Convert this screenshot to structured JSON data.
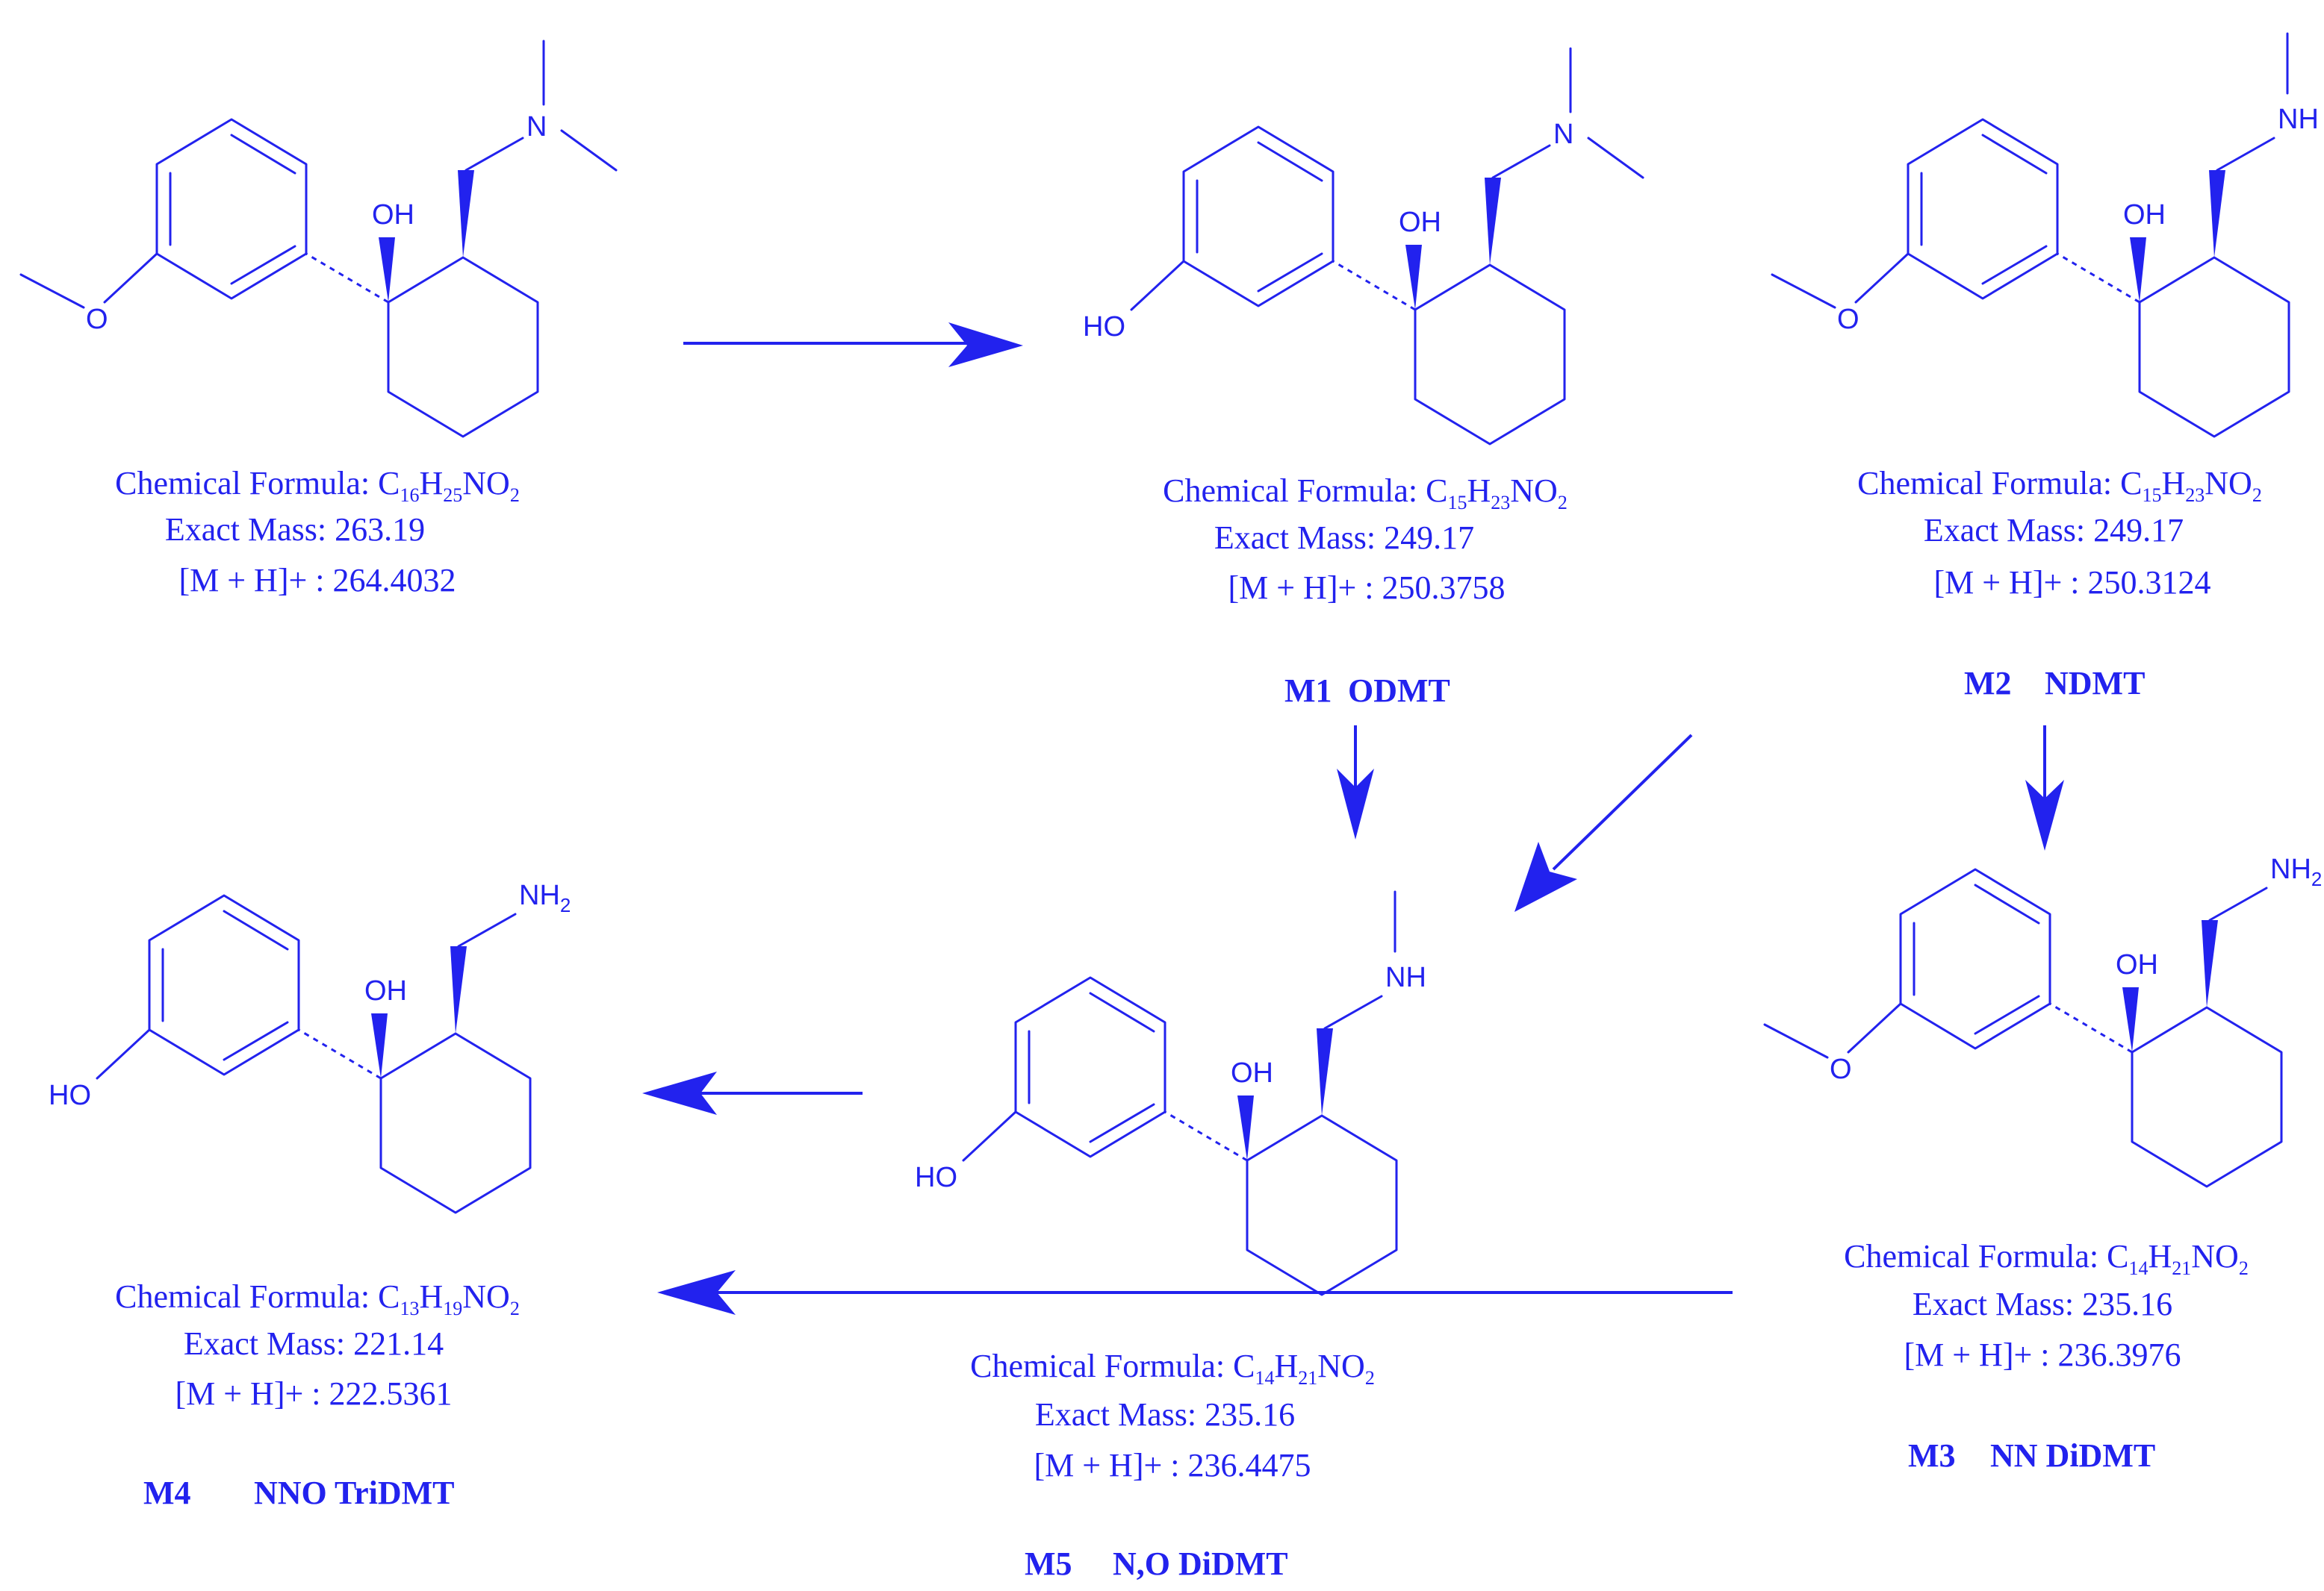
{
  "compounds": [
    {
      "key": "parent",
      "code": "",
      "name": "",
      "formula": {
        "C": "16",
        "H": "25",
        "N": "",
        "O": "2"
      },
      "mass": "263.19",
      "mh": "264.4032"
    },
    {
      "key": "m1",
      "code": "M1",
      "name": "ODMT",
      "formula": {
        "C": "15",
        "H": "23",
        "N": "",
        "O": "2"
      },
      "mass": "249.17",
      "mh": "250.3758"
    },
    {
      "key": "m2",
      "code": "M2",
      "name": "NDMT",
      "formula": {
        "C": "15",
        "H": "23",
        "N": "",
        "O": "2"
      },
      "mass": "249.17",
      "mh": "250.3124"
    },
    {
      "key": "m3",
      "code": "M3",
      "name": "NN DiDMT",
      "formula": {
        "C": "14",
        "H": "21",
        "N": "",
        "O": "2"
      },
      "mass": "235.16",
      "mh": "236.3976"
    },
    {
      "key": "m4",
      "code": "M4",
      "name": "NNO TriDMT",
      "formula": {
        "C": "13",
        "H": "19",
        "N": "",
        "O": "2"
      },
      "mass": "221.14",
      "mh": "222.5361"
    },
    {
      "key": "m5",
      "code": "M5",
      "name": "N,O DiDMT",
      "formula": {
        "C": "14",
        "H": "21",
        "N": "",
        "O": "2"
      },
      "mass": "235.16",
      "mh": "236.4475"
    }
  ],
  "text": {
    "formula_prefix": "Chemical Formula: ",
    "mass_prefix": "Exact Mass: ",
    "mh_prefix": "[M + H]+ : "
  },
  "atoms": {
    "oh": "OH",
    "ho": "HO",
    "o": "O",
    "n": "N",
    "nh": "NH",
    "nh2_base": "NH",
    "nh2_sub": "2"
  },
  "colors": {
    "ink": "#2222ee"
  }
}
